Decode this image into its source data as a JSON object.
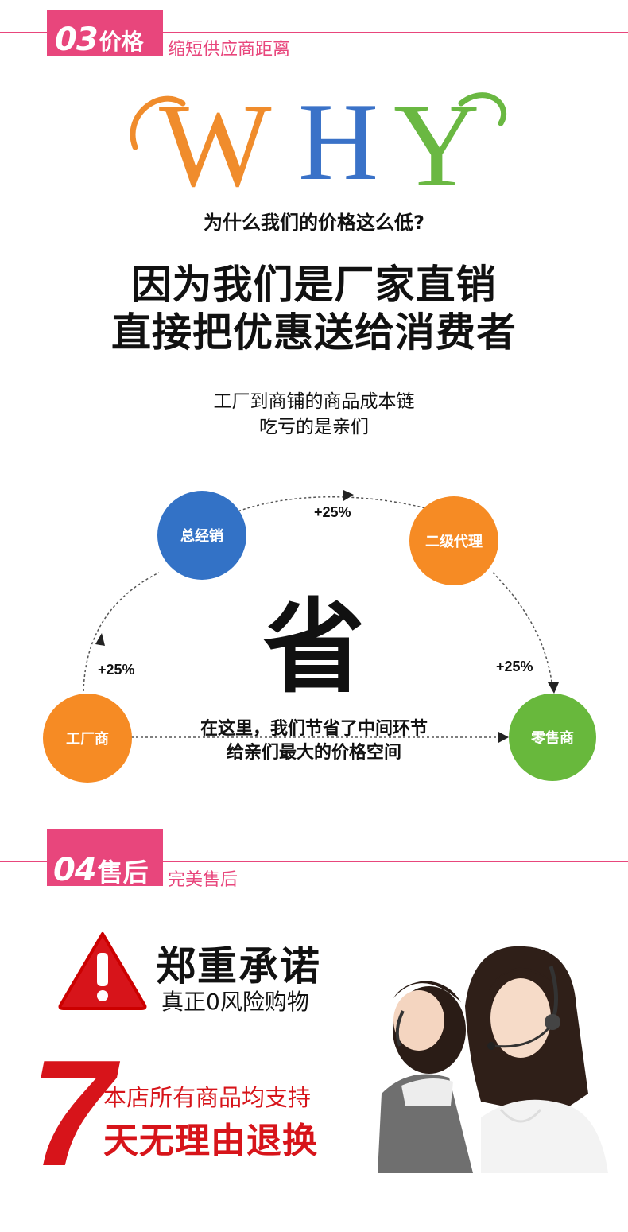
{
  "section3": {
    "number": "03",
    "label": "价格",
    "subtitle": "缩短供应商距离"
  },
  "why": {
    "letters": [
      "W",
      "H",
      "Y"
    ],
    "colors": [
      "#f08c2c",
      "#3a72c8",
      "#6ab842"
    ]
  },
  "question": "为什么我们的价格这么低?",
  "headline": {
    "line1": "因为我们是厂家直销",
    "line2": "直接把优惠送给消费者"
  },
  "chain": {
    "line1": "工厂到商铺的商品成本链",
    "line2": "吃亏的是亲们"
  },
  "diagram": {
    "nodes": {
      "distributor": "总经销",
      "agent": "二级代理",
      "factory": "工厂商",
      "retailer": "零售商"
    },
    "markups": {
      "top": "+25%",
      "left": "+25%",
      "right": "+25%"
    },
    "center_char": "省",
    "note": {
      "line1": "在这里，我们节省了中间环节",
      "line2": "给亲们最大的价格空间"
    },
    "colors": {
      "blue": "#3372c6",
      "orange": "#f68b24",
      "green": "#68b83c"
    }
  },
  "section4": {
    "number": "04",
    "label": "售后",
    "subtitle": "完美售后"
  },
  "promise": {
    "title": "郑重承诺",
    "subtitle": "真正0风险购物"
  },
  "return_policy": {
    "number": "7",
    "line1": "本店所有商品均支持",
    "line2": "天无理由退换"
  },
  "accent": "#e8467c",
  "warning_red": "#d7141a"
}
